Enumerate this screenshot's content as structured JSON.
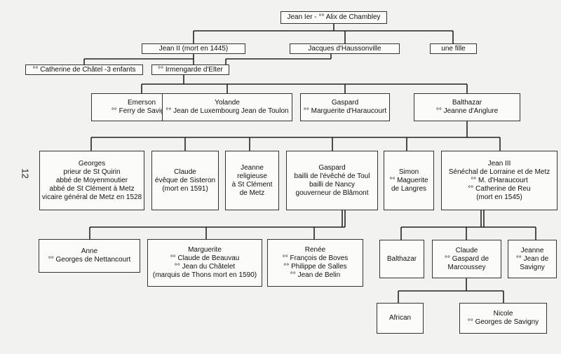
{
  "page_number": "12",
  "nodes": {
    "jean_ier": {
      "lines": [
        "Jean Ier - °° Alix de Chambley"
      ]
    },
    "jean_ii": {
      "lines": [
        "Jean II (mort en 1445)"
      ]
    },
    "jacques": {
      "lines": [
        "Jacques d'Haussonville"
      ]
    },
    "une_fille": {
      "lines": [
        "une fille"
      ]
    },
    "catherine_chatel": {
      "lines": [
        "°° Catherine de Châtel -3 enfants"
      ]
    },
    "irmengarde": {
      "lines": [
        "°° Irmengarde d'Elter"
      ]
    },
    "emerson": {
      "lines": [
        "Emerson",
        "°° Ferry de Savigny"
      ]
    },
    "yolande": {
      "lines": [
        "Yolande",
        "°° Jean de Luxembourg Jean de Toulon"
      ]
    },
    "gaspard_1": {
      "lines": [
        "Gaspard",
        "°° Marguerite d'Haraucourt"
      ]
    },
    "balthazar_1": {
      "lines": [
        "Balthazar",
        "°° Jeanne d'Anglure"
      ]
    },
    "georges": {
      "lines": [
        "Georges",
        "prieur de St Quirin",
        "abbé de Moyenmoutier",
        "abbé de St Clément à Metz",
        "vicaire général de Metz en 1528"
      ]
    },
    "claude_1": {
      "lines": [
        "Claude",
        "évêque de Sisteron",
        "(mort en 1591)"
      ]
    },
    "jeanne_1": {
      "lines": [
        "Jeanne",
        "religieuse",
        "à St Clément",
        "de Metz"
      ]
    },
    "gaspard_2": {
      "lines": [
        "Gaspard",
        "bailli de l'évêché de Toul",
        "bailli de Nancy",
        "gouverneur de Blâmont"
      ]
    },
    "simon": {
      "lines": [
        "Simon",
        "°° Maguerite",
        "de Langres"
      ]
    },
    "jean_iii": {
      "lines": [
        "Jean III",
        "Sénéchal de Lorraine et de Metz",
        "°° M. d'Haraucourt",
        "°° Catherine de Reu",
        "(mort en 1545)"
      ]
    },
    "anne": {
      "lines": [
        "Anne",
        "°° Georges de Nettancourt"
      ]
    },
    "marguerite": {
      "lines": [
        "Marguerite",
        "°° Claude de Beauvau",
        "°° Jean du Châtelet",
        "(marquis de Thons mort en 1590)"
      ]
    },
    "renee": {
      "lines": [
        "Renée",
        "°° François de Boves",
        "°° Philippe de Salles",
        "°° Jean de Belin"
      ]
    },
    "balthazar_2": {
      "lines": [
        "Balthazar"
      ]
    },
    "claude_2": {
      "lines": [
        "Claude",
        "°° Gaspard de",
        "Marcoussey"
      ]
    },
    "jeanne_2": {
      "lines": [
        "Jeanne",
        "°° Jean de",
        "Savigny"
      ]
    },
    "african": {
      "lines": [
        "African"
      ]
    },
    "nicole": {
      "lines": [
        "Nicole",
        "°° Georges de Savigny"
      ]
    }
  }
}
